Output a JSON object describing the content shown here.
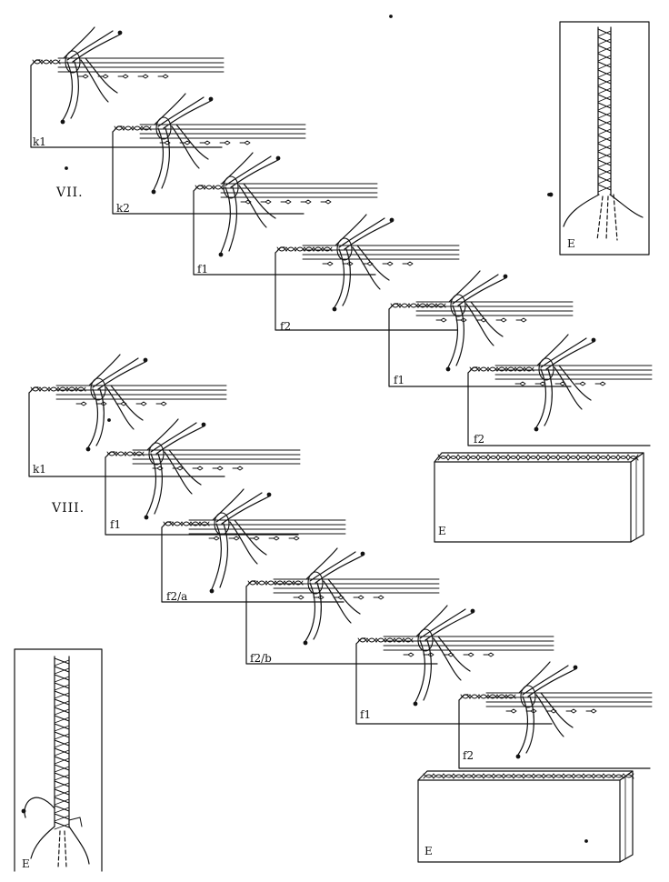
{
  "figure": {
    "sections": [
      {
        "numeral": "VII.",
        "steps": [
          "k1",
          "k2",
          "f1",
          "f2",
          "f1",
          "f2"
        ],
        "end_label": "E",
        "end_views": [
          "E"
        ]
      },
      {
        "numeral": "VIII.",
        "steps": [
          "k1",
          "f1",
          "f2/a",
          "f2/b",
          "f1",
          "f2"
        ],
        "end_label": "E",
        "end_views": [
          "E",
          "E"
        ]
      }
    ],
    "labels": {
      "vii_k1": "k1",
      "vii_k2": "k2",
      "vii_f1a": "f1",
      "vii_f2a": "f2",
      "vii_f1b": "f1",
      "vii_f2b": "f2",
      "vii_end_vertical": "E",
      "vii_end_box": "E",
      "viii_k1": "k1",
      "viii_f1a": "f1",
      "viii_f2a": "f2/a",
      "viii_f2b": "f2/b",
      "viii_f1b": "f1",
      "viii_f2c": "f2",
      "viii_end_vertical": "E",
      "viii_end_box": "E",
      "numeral_vii": "VII.",
      "numeral_viii": "VIII."
    }
  }
}
